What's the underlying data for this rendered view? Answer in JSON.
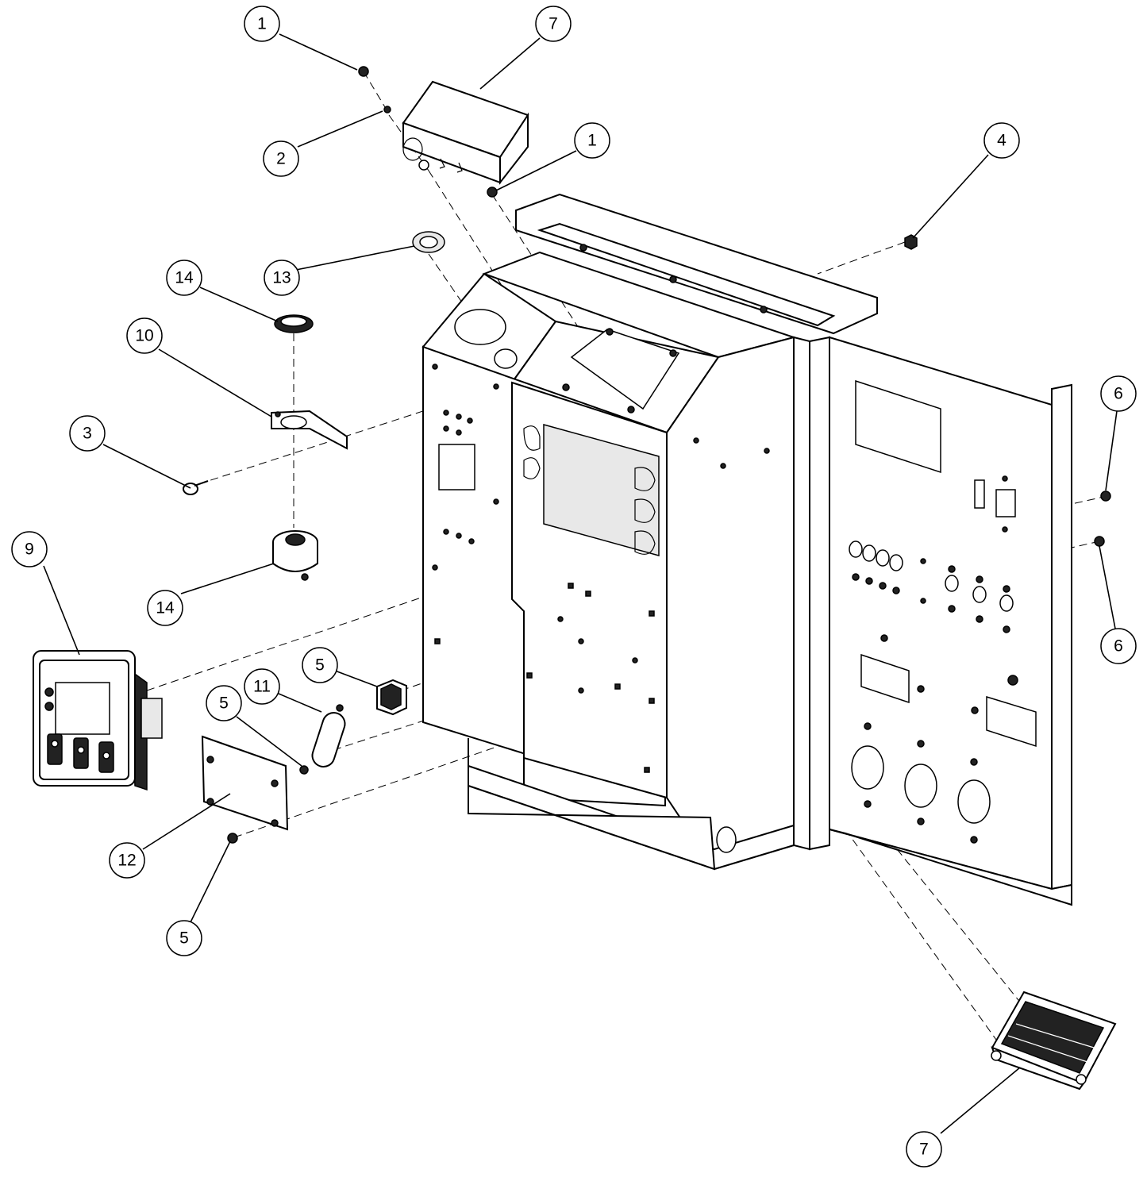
{
  "callouts": [
    {
      "id": "c1",
      "label": "1"
    },
    {
      "id": "c2",
      "label": "7"
    },
    {
      "id": "c3",
      "label": "2"
    },
    {
      "id": "c4",
      "label": "1"
    },
    {
      "id": "c5",
      "label": "4"
    },
    {
      "id": "c6",
      "label": "14"
    },
    {
      "id": "c7",
      "label": "13"
    },
    {
      "id": "c8",
      "label": "10"
    },
    {
      "id": "c9",
      "label": "3"
    },
    {
      "id": "c10",
      "label": "6"
    },
    {
      "id": "c11",
      "label": "9"
    },
    {
      "id": "c12",
      "label": "14"
    },
    {
      "id": "c13",
      "label": "6"
    },
    {
      "id": "c14",
      "label": "5"
    },
    {
      "id": "c15",
      "label": "11"
    },
    {
      "id": "c16",
      "label": "5"
    },
    {
      "id": "c17",
      "label": "12"
    },
    {
      "id": "c18",
      "label": "5"
    },
    {
      "id": "c19",
      "label": "7"
    }
  ]
}
